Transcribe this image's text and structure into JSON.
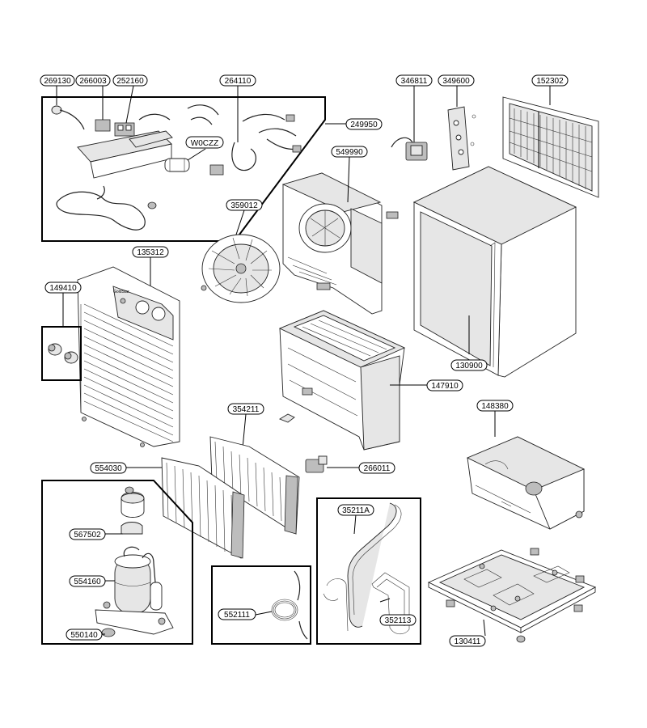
{
  "labels": {
    "p269130": "269130",
    "p266003": "266003",
    "p252160": "252160",
    "p264110": "264110",
    "p249950": "249950",
    "pW0CZZ": "W0CZZ",
    "p346811": "346811",
    "p349600": "349600",
    "p152302": "152302",
    "p549990": "549990",
    "p359012": "359012",
    "p135312": "135312",
    "p149410": "149410",
    "p130900": "130900",
    "p147910": "147910",
    "p148380": "148380",
    "p354211": "354211",
    "p554030": "554030",
    "p266011": "266011",
    "p567502": "567502",
    "p554160": "554160",
    "p550140": "550140",
    "p35211A": "35211A",
    "p552111": "552111",
    "p352113": "352113",
    "p130411": "130411"
  },
  "panel_brand": "GoldStar"
}
